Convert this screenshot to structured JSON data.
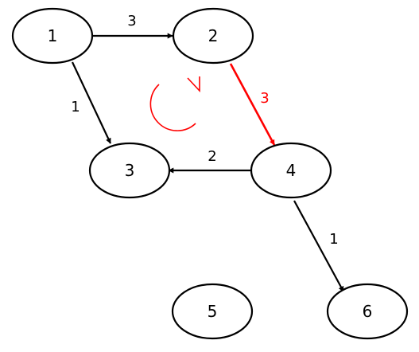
{
  "colors": {
    "default": "#000000",
    "highlight": "#ff0000",
    "background": "#ffffff"
  },
  "nodes": [
    {
      "id": "1",
      "label": "1"
    },
    {
      "id": "2",
      "label": "2"
    },
    {
      "id": "3",
      "label": "3"
    },
    {
      "id": "4",
      "label": "4"
    },
    {
      "id": "5",
      "label": "5"
    },
    {
      "id": "6",
      "label": "6"
    }
  ],
  "edges": [
    {
      "from": "1",
      "to": "2",
      "weight": "3",
      "highlighted": false
    },
    {
      "from": "1",
      "to": "3",
      "weight": "1",
      "highlighted": false
    },
    {
      "from": "2",
      "to": "4",
      "weight": "3",
      "highlighted": true
    },
    {
      "from": "4",
      "to": "3",
      "weight": "2",
      "highlighted": false
    },
    {
      "from": "4",
      "to": "6",
      "weight": "1",
      "highlighted": false
    }
  ],
  "rotation_marker": {
    "icon": "clockwise-rotation-icon",
    "color": "#ff0000"
  }
}
